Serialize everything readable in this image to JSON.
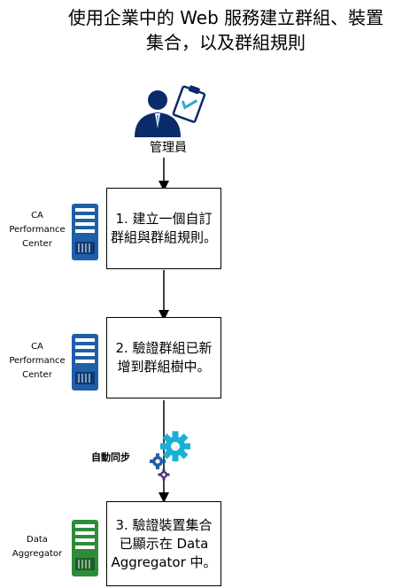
{
  "title": {
    "line1": "使用企業中的 Web 服務建立群組、裝置",
    "line2": "集合，以及群組規則"
  },
  "actor": {
    "label": "管理員",
    "icon": "administrator-user-icon"
  },
  "steps": [
    {
      "text": "1. 建立一個自訂群組與群組規則。",
      "system": "CA Performance Center",
      "icon": "server-icon",
      "color": "#1f5fa8"
    },
    {
      "text": "2. 驗證群組已新增到群組樹中。",
      "system": "CA Performance Center",
      "icon": "server-icon",
      "color": "#1f5fa8"
    },
    {
      "text": "3. 驗證裝置集合已顯示在 Data Aggregator 中。",
      "system": "Data Aggregator",
      "icon": "server-icon",
      "color": "#2e8b3a"
    }
  ],
  "sync": {
    "label": "自動同步",
    "icon": "gears-icon",
    "color": "#1ab0d6"
  }
}
